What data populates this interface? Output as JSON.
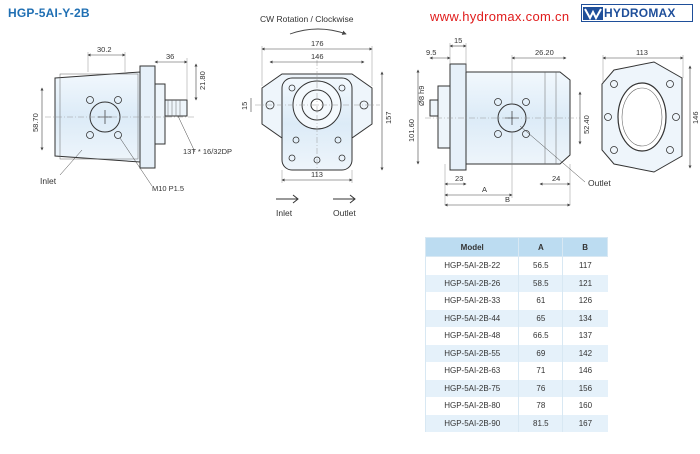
{
  "header": {
    "title": "HGP-5AI-Y-2B",
    "url": "www.hydromax.com.cn",
    "brand": "HYDROMAX",
    "brand_color": "#1f4f9a",
    "url_color": "#e01c1c"
  },
  "side_view": {
    "dim_top_left": "30.2",
    "dim_top_shaft": "36",
    "dim_right_vertical": "21.80",
    "dim_left_vertical": "58.70",
    "spline_label": "13T * 16/32DP",
    "inlet_label": "Inlet",
    "thread_label": "M10  P1.5"
  },
  "front_view": {
    "rotation_label": "CW Rotation / Clockwise",
    "dim_top_outer": "176",
    "dim_top_inner": "146",
    "dim_left_small": "15",
    "dim_right_height": "157",
    "dim_bottom_width": "113",
    "inlet_arrow_label": "Inlet",
    "outlet_arrow_label": "Outlet"
  },
  "port_side_view": {
    "dim_top_small": "15",
    "dim_left_small": "9.5",
    "dim_top_right": "26.20",
    "dim_left_vertical_1": "101.60",
    "dim_left_vertical_2": "Ø8 h9",
    "dim_right_vertical": "52.40",
    "dim_bottom_left": "23",
    "dim_bottom_right": "24",
    "dim_A": "A",
    "dim_B": "B",
    "outlet_label": "Outlet"
  },
  "rear_view": {
    "dim_top_width": "113",
    "dim_right_height": "146"
  },
  "table": {
    "headers": [
      "Model",
      "A",
      "B"
    ],
    "rows": [
      [
        "HGP-5AI-2B-22",
        "56.5",
        "117"
      ],
      [
        "HGP-5AI-2B-26",
        "58.5",
        "121"
      ],
      [
        "HGP-5AI-2B-33",
        "61",
        "126"
      ],
      [
        "HGP-5AI-2B-44",
        "65",
        "134"
      ],
      [
        "HGP-5AI-2B-48",
        "66.5",
        "137"
      ],
      [
        "HGP-5AI-2B-55",
        "69",
        "142"
      ],
      [
        "HGP-5AI-2B-63",
        "71",
        "146"
      ],
      [
        "HGP-5AI-2B-75",
        "76",
        "156"
      ],
      [
        "HGP-5AI-2B-80",
        "78",
        "160"
      ],
      [
        "HGP-5AI-2B-90",
        "81.5",
        "167"
      ]
    ],
    "header_bg": "#bcdcf1",
    "alt_row_bg": "#e5f1fa"
  }
}
